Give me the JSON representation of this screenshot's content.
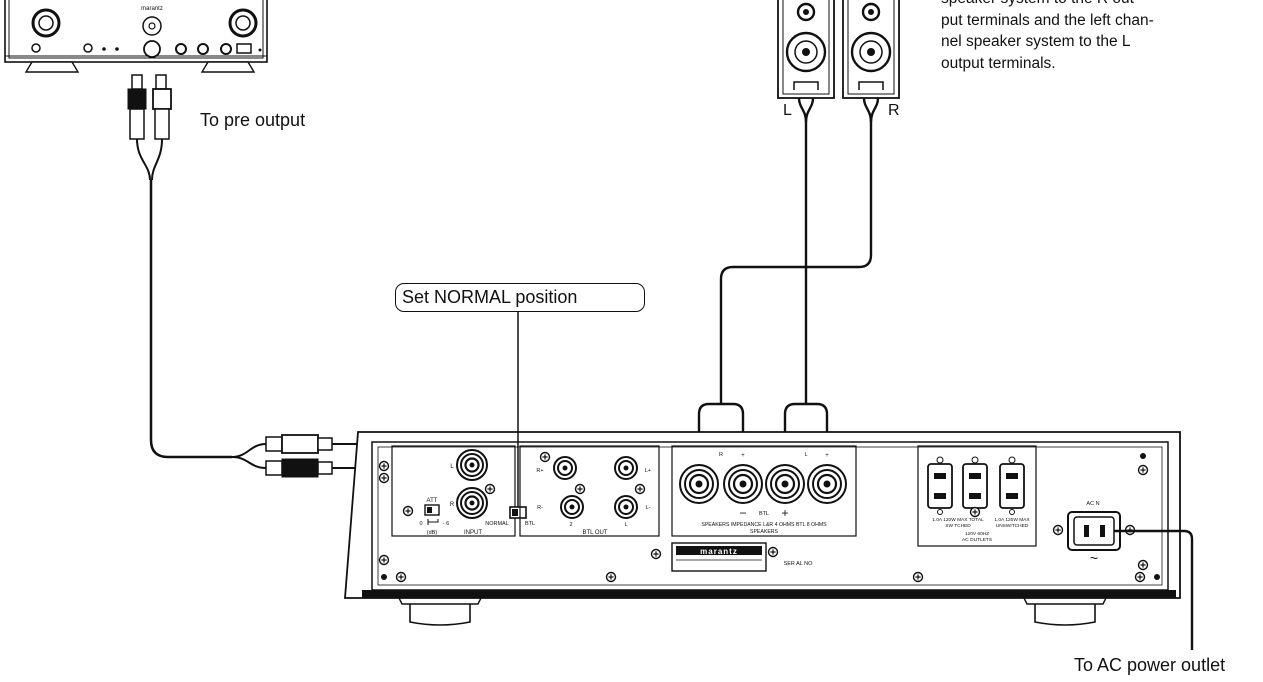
{
  "labels": {
    "pre_output": "To pre output",
    "set_normal": "Set NORMAL position",
    "ac_power": "To AC power outlet",
    "speaker_left": "L",
    "speaker_right": "R"
  },
  "note_lines": [
    "speaker system to the  R out-",
    "put terminals and the left chan-",
    "nel speaker system to the  L",
    "output terminals."
  ],
  "preamp": {
    "brand": "marantz"
  },
  "rear_panel": {
    "brand": "marantz",
    "input": {
      "label": "INPUT",
      "ch_l": "L",
      "ch_r": "R",
      "att_label": "ATT",
      "att_zero": "0",
      "att_minus6": "- 6",
      "att_unit": "(dB)"
    },
    "mode_switch": {
      "normal": "NORMAL",
      "btl": "BTL"
    },
    "btl_out": {
      "label": "BTL OUT",
      "rplus": "R+",
      "rminus": "R-",
      "lplus": "L+",
      "lminus": "L-",
      "num2": "2",
      "numL": "L"
    },
    "speakers": {
      "top_r": "R",
      "top_plus1": "+",
      "top_l": "L",
      "top_plus2": "+",
      "minus": "−",
      "btl": "BTL",
      "plus": "+",
      "impedance": "SPEAKERS IMPEDANCE L&R   4 OHMS BTL   8 OHMS",
      "title": "SPEAKERS"
    },
    "ac_outlets": {
      "spec1a": "1.0A 120W MAX TOTAL",
      "spec1b": "SW TCHED",
      "spec2a": "1.0A 120W MAX",
      "spec2b": "UNSWITCHED",
      "voltage": "120V 60HZ",
      "title": "AC OUTLETS"
    },
    "ac_inlet": {
      "label": "AC  N",
      "symbol": "~"
    },
    "serial": "SER AL NO"
  }
}
